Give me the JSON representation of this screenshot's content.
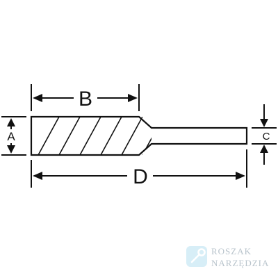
{
  "diagram": {
    "labels": {
      "a": "A",
      "b": "B",
      "c": "C",
      "d": "D"
    },
    "colors": {
      "line": "#111111",
      "background": "#ffffff"
    }
  },
  "watermark": {
    "line1": "ROSZAK",
    "line2": "NARZĘDZIA",
    "icon": "wrench-icon",
    "colors": {
      "icon_bg": "#d7eef7",
      "icon_fg": "#ffffff",
      "text": "#b9c4cc"
    }
  }
}
